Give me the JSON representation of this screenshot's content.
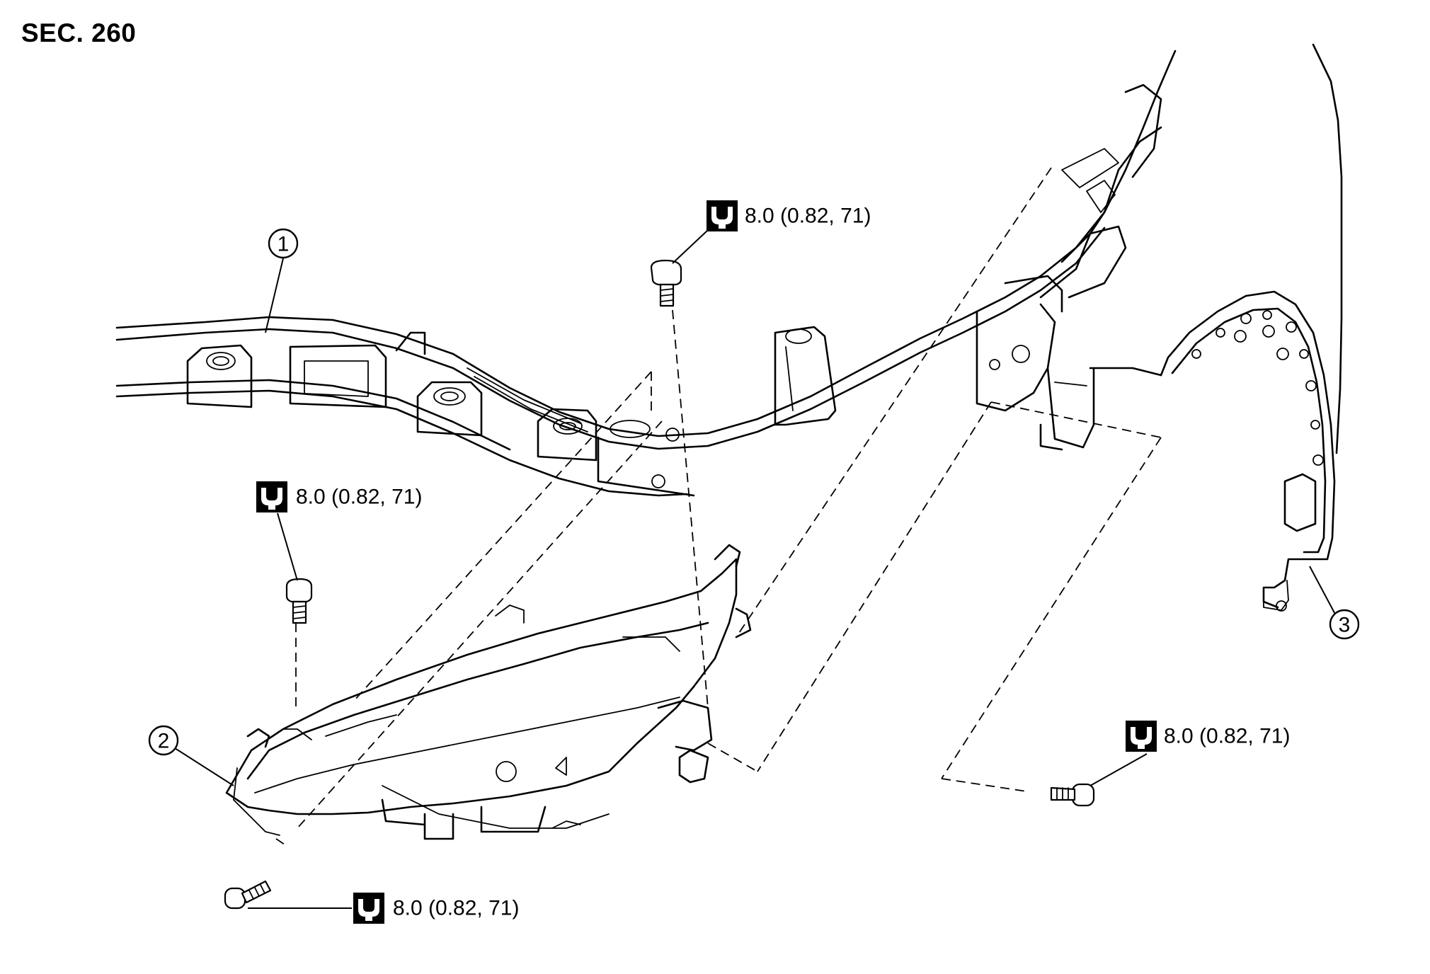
{
  "section_label": "SEC. 260",
  "callouts": [
    {
      "id": "1",
      "label": "1"
    },
    {
      "id": "2",
      "label": "2"
    },
    {
      "id": "3",
      "label": "3"
    }
  ],
  "torque_specs": [
    {
      "id": "torque-top",
      "value": "8.0 (0.82, 71)",
      "icon": "torque-wrench-icon"
    },
    {
      "id": "torque-left",
      "value": "8.0 (0.82, 71)",
      "icon": "torque-wrench-icon"
    },
    {
      "id": "torque-right",
      "value": "8.0 (0.82, 71)",
      "icon": "torque-wrench-icon"
    },
    {
      "id": "torque-bottom",
      "value": "8.0 (0.82, 71)",
      "icon": "torque-wrench-icon"
    }
  ],
  "colors": {
    "line": "#000000",
    "background": "#ffffff"
  }
}
